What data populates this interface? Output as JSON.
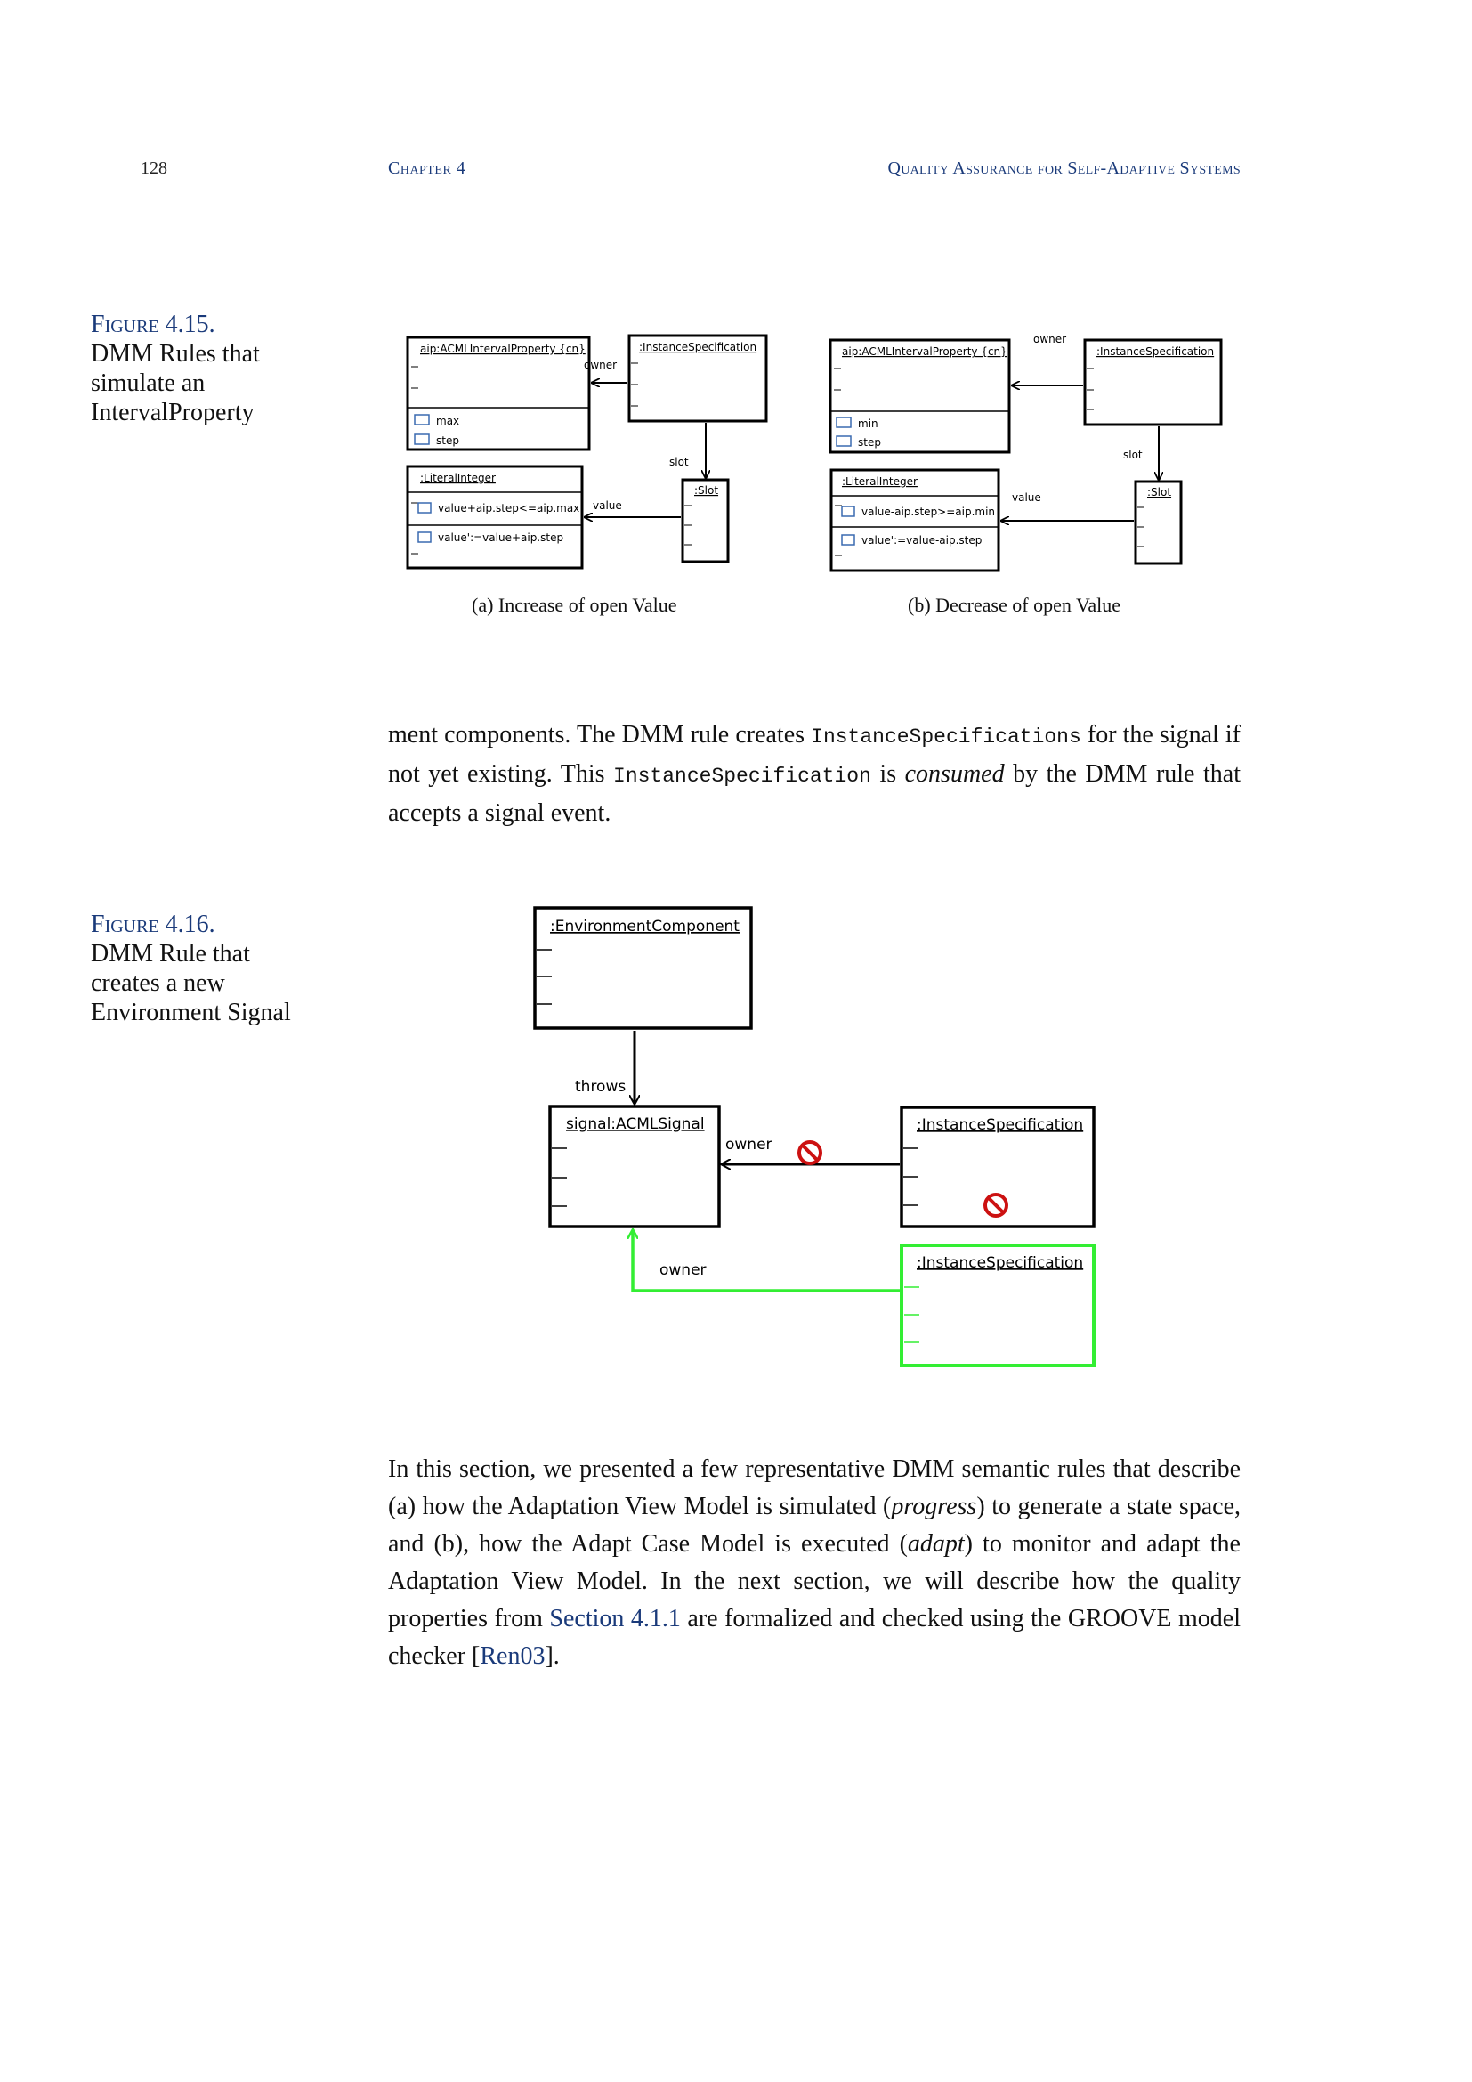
{
  "header": {
    "page_number": "128",
    "chapter": "Chapter 4",
    "title": "Quality Assurance for Self-Adaptive Systems"
  },
  "figure_4_15": {
    "label": "Figure 4.15.",
    "caption": "DMM Rules that simulate an IntervalProperty",
    "sub_a": {
      "caption": "(a)  Increase of open Value",
      "property_title": "aip:ACMLIntervalProperty {cn}",
      "attr1": "max",
      "attr2": "step",
      "instance_title": ":InstanceSpecification",
      "owner_label": "owner",
      "slot_label": "slot",
      "slot_title": ":Slot",
      "literal_title": ":LiteralInteger",
      "literal_cond": "value+aip.step<=aip.max",
      "literal_assign": "value':=value+aip.step",
      "value_label": "value"
    },
    "sub_b": {
      "caption": "(b)  Decrease of open Value",
      "property_title": "aip:ACMLIntervalProperty {cn}",
      "attr1": "min",
      "attr2": "step",
      "instance_title": ":InstanceSpecification",
      "owner_label": "owner",
      "slot_label": "slot",
      "slot_title": ":Slot",
      "literal_title": ":LiteralInteger",
      "literal_cond": "value-aip.step>=aip.min",
      "literal_assign": "value':=value-aip.step",
      "value_label": "value"
    }
  },
  "paragraph1": {
    "t1": "ment components.  The DMM rule creates ",
    "code1": "InstanceSpecifications",
    "t2": " for the signal if not yet existing.  This ",
    "code2": "InstanceSpecification",
    "t3": " is ",
    "em": "consumed",
    "t4": " by the DMM rule that accepts a signal event."
  },
  "figure_4_16": {
    "label": "Figure 4.16.",
    "caption": "DMM Rule that creates a new Environment Signal",
    "env_title": ":EnvironmentComponent",
    "throws_label": "throws",
    "signal_title": "signal:ACMLSignal",
    "owner_label": "owner",
    "instance_title": ":InstanceSpecification",
    "new_owner_label": "owner",
    "new_instance_title": ":InstanceSpecification",
    "colors": {
      "create": "#33ee33",
      "forbid": "#cc1111"
    }
  },
  "paragraph2": {
    "t1": "In this section, we presented a few representative DMM semantic rules that describe (a) how the Adaptation View Model is simulated (",
    "em1": "progress",
    "t2": ") to generate a state space, and (b), how the Adapt Case Model is executed (",
    "em2": "adapt",
    "t3": ") to monitor and adapt the Adaptation View Model.  In the next section, we will describe how the quality properties from ",
    "link1": "Section 4.1.1",
    "t4": " are formalized and checked using the GROOVE model checker [",
    "link2": "Ren03",
    "t5": "]."
  }
}
